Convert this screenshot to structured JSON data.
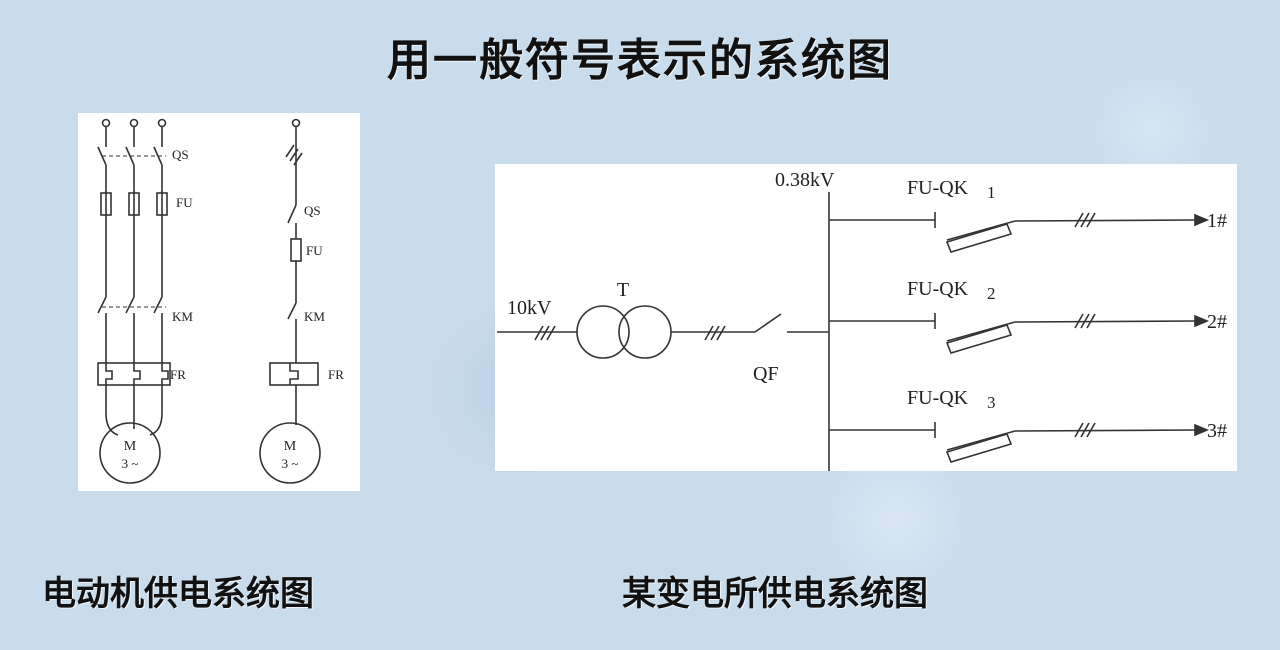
{
  "title": "用一般符号表示的系统图",
  "left_diagram": {
    "caption": "电动机供电系统图",
    "labels": {
      "qs": "QS",
      "fu": "FU",
      "km": "KM",
      "fr": "FR"
    },
    "motor": {
      "line1": "M",
      "line2": "3 ~"
    }
  },
  "right_diagram": {
    "caption": "某变电所供电系统图",
    "bus_voltage": "0.38kV",
    "input_voltage": "10kV",
    "transformer_label": "T",
    "breaker_label": "QF",
    "feeders": [
      {
        "switch_label": "FU-QK",
        "switch_num": "1",
        "dest": "1#"
      },
      {
        "switch_label": "FU-QK",
        "switch_num": "2",
        "dest": "2#"
      },
      {
        "switch_label": "FU-QK",
        "switch_num": "3",
        "dest": "3#"
      }
    ]
  }
}
